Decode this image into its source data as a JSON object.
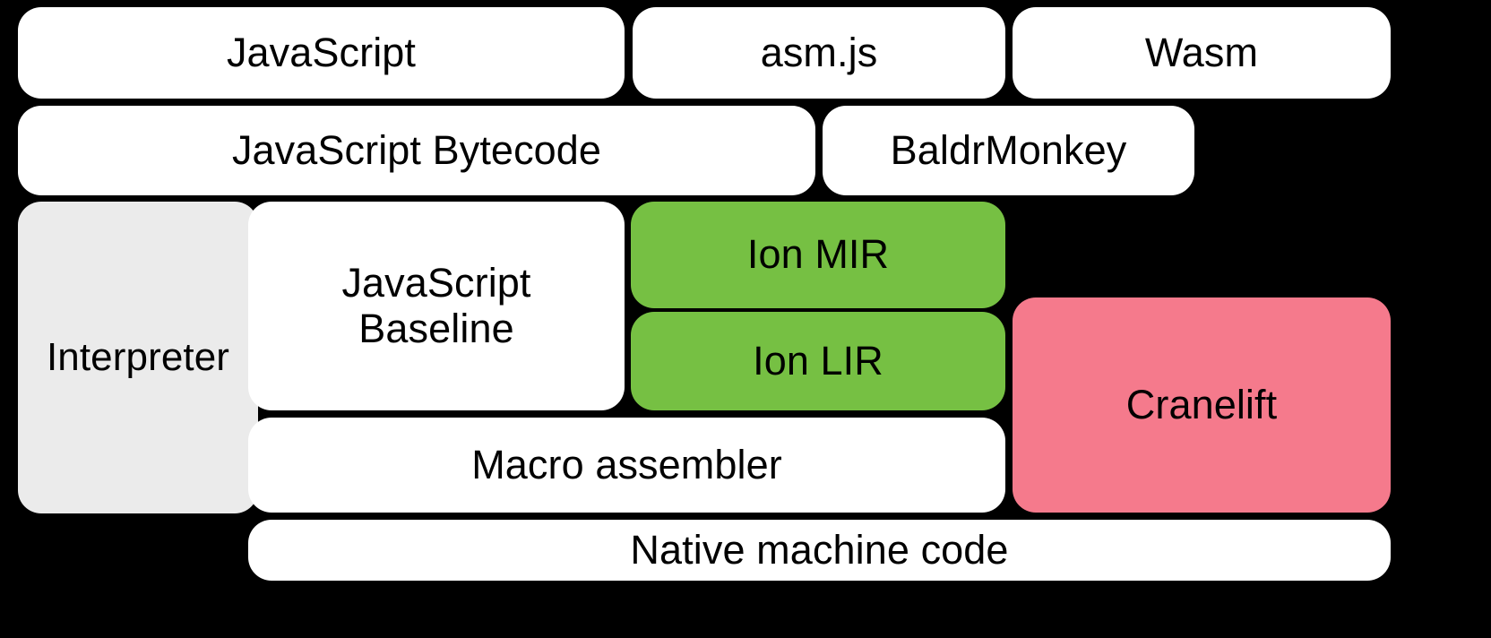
{
  "diagram": {
    "title": "SpiderMonkey compilation pipeline",
    "background_color": "#000000",
    "palette": {
      "white": "#ffffff",
      "gray": "#ebebeb",
      "green": "#76c043",
      "pink": "#f57a8c",
      "text": "#000000"
    },
    "rows": [
      {
        "name": "source-languages",
        "nodes": [
          {
            "id": "javascript",
            "label": "JavaScript",
            "fill": "white"
          },
          {
            "id": "asmjs",
            "label": "asm.js",
            "fill": "white"
          },
          {
            "id": "wasm",
            "label": "Wasm",
            "fill": "white"
          }
        ]
      },
      {
        "name": "front-end-representations",
        "nodes": [
          {
            "id": "js_bytecode",
            "label": "JavaScript Bytecode",
            "fill": "white"
          },
          {
            "id": "baldrmonkey",
            "label": "BaldrMonkey",
            "fill": "white"
          }
        ]
      },
      {
        "name": "execution-tiers",
        "nodes": [
          {
            "id": "interpreter",
            "label": "Interpreter",
            "fill": "gray"
          },
          {
            "id": "js_baseline",
            "label": "JavaScript\nBaseline",
            "fill": "white"
          },
          {
            "id": "ion_mir",
            "label": "Ion MIR",
            "fill": "green"
          },
          {
            "id": "ion_lir",
            "label": "Ion LIR",
            "fill": "green"
          },
          {
            "id": "cranelift",
            "label": "Cranelift",
            "fill": "pink"
          },
          {
            "id": "macro_assembler",
            "label": "Macro assembler",
            "fill": "white"
          }
        ]
      },
      {
        "name": "output",
        "nodes": [
          {
            "id": "native_code",
            "label": "Native machine code",
            "fill": "white"
          }
        ]
      }
    ],
    "labels": {
      "javascript": "JavaScript",
      "asmjs": "asm.js",
      "wasm": "Wasm",
      "js_bytecode": "JavaScript Bytecode",
      "baldrmonkey": "BaldrMonkey",
      "interpreter": "Interpreter",
      "js_baseline": "JavaScript\nBaseline",
      "ion_mir": "Ion MIR",
      "ion_lir": "Ion LIR",
      "cranelift": "Cranelift",
      "macro_assembler": "Macro assembler",
      "native_code": "Native machine code"
    }
  }
}
